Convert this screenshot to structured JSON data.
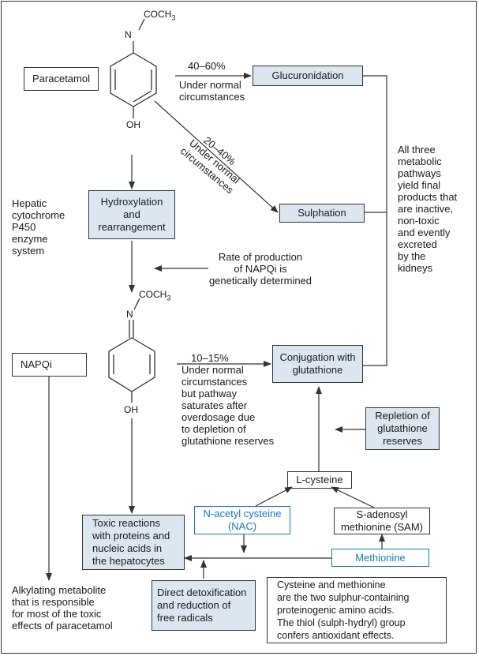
{
  "structures": {
    "paracetamol": {
      "acyl": "COCH",
      "sub": "3",
      "amine": "N",
      "hydroxyl": "OH"
    },
    "napqi": {
      "acyl": "COCH",
      "sub": "3",
      "imine": "N",
      "hydroxyl": "OH"
    }
  },
  "boxes": {
    "paracetamol": "Paracetamol",
    "glucuronidation": "Glucuronidation",
    "sulphation": "Sulphation",
    "hydroxylation": "Hydroxylation\nand\nrearrangement",
    "napqi": "NAPQi",
    "conjugation": "Conjugation with\nglutathione",
    "repletion": "Repletion of\nglutathione\nreserves",
    "l_cysteine": "L-cysteine",
    "nac": "N-acetyl cysteine\n(NAC)",
    "sam": "S-adenosyl\nmethionine (SAM)",
    "toxic": "Toxic reactions\nwith proteins and\nnucleic acids in\nthe hepatocytes",
    "methionine": "Methionine",
    "direct_detox": "Direct detoxification\nand reduction of\nfree radicals",
    "cysteine_note": "Cysteine and methionine\nare the two sulphur-containing\nproteinogenic amino acids.\nThe thiol (sulph-hydryl) group\nconfers antioxidant effects."
  },
  "labels": {
    "glucuronidation_pct": "40–60%",
    "glucuronidation_cond": "Under normal\ncircumstances",
    "sulphation_pct": "20–40%",
    "sulphation_cond": "Under normal\ncircumstances",
    "hepatic": "Hepatic\ncytochrome\nP450\nenzyme\nsystem",
    "rate": "Rate of production\nof NAPQi is\ngenetically determined",
    "all_three": "All three\nmetabolic\npathways\nyield final\nproducts that\nare inactive,\nnon-toxic\nand evently\nexcreted\nby the\nkidneys",
    "conjugation_pct": "10–15%",
    "conjugation_cond": "Under normal\ncircumstances\nbut pathway\nsaturates after\noverdosage due\nto depletion of\nglutathione reserves",
    "alkylating": "Alkylating metabolite\nthat is responsible\nfor most of the toxic\neffects of paracetamol"
  },
  "colors": {
    "box_fill": "#dce6f1",
    "accent_blue": "#1f78b4",
    "line": "#333333"
  }
}
